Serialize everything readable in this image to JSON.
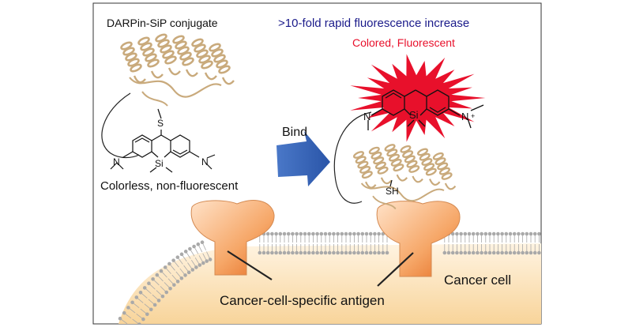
{
  "labels": {
    "conjugate": "DARPin-SiP conjugate",
    "increase": ">10-fold rapid fluorescence increase",
    "colored": "Colored, Fluorescent",
    "colorless": "Colorless, non-fluorescent",
    "bind": "Bind",
    "cancer_cell": "Cancer cell",
    "antigen": "Cancer-cell-specific antigen"
  },
  "atoms": {
    "sulfur": "S",
    "silicon": "Si",
    "nitrogen": "N",
    "plus": "+",
    "thiol": "SH"
  },
  "colors": {
    "protein": "#c9aa7c",
    "antigen": "#f29a55",
    "membrane": "#a9a9a9",
    "cytoplasm": "#fbe0b3",
    "burst": "#e8102b",
    "arrow": "#2f5fb4",
    "title_blue": "#1a1a8a"
  }
}
